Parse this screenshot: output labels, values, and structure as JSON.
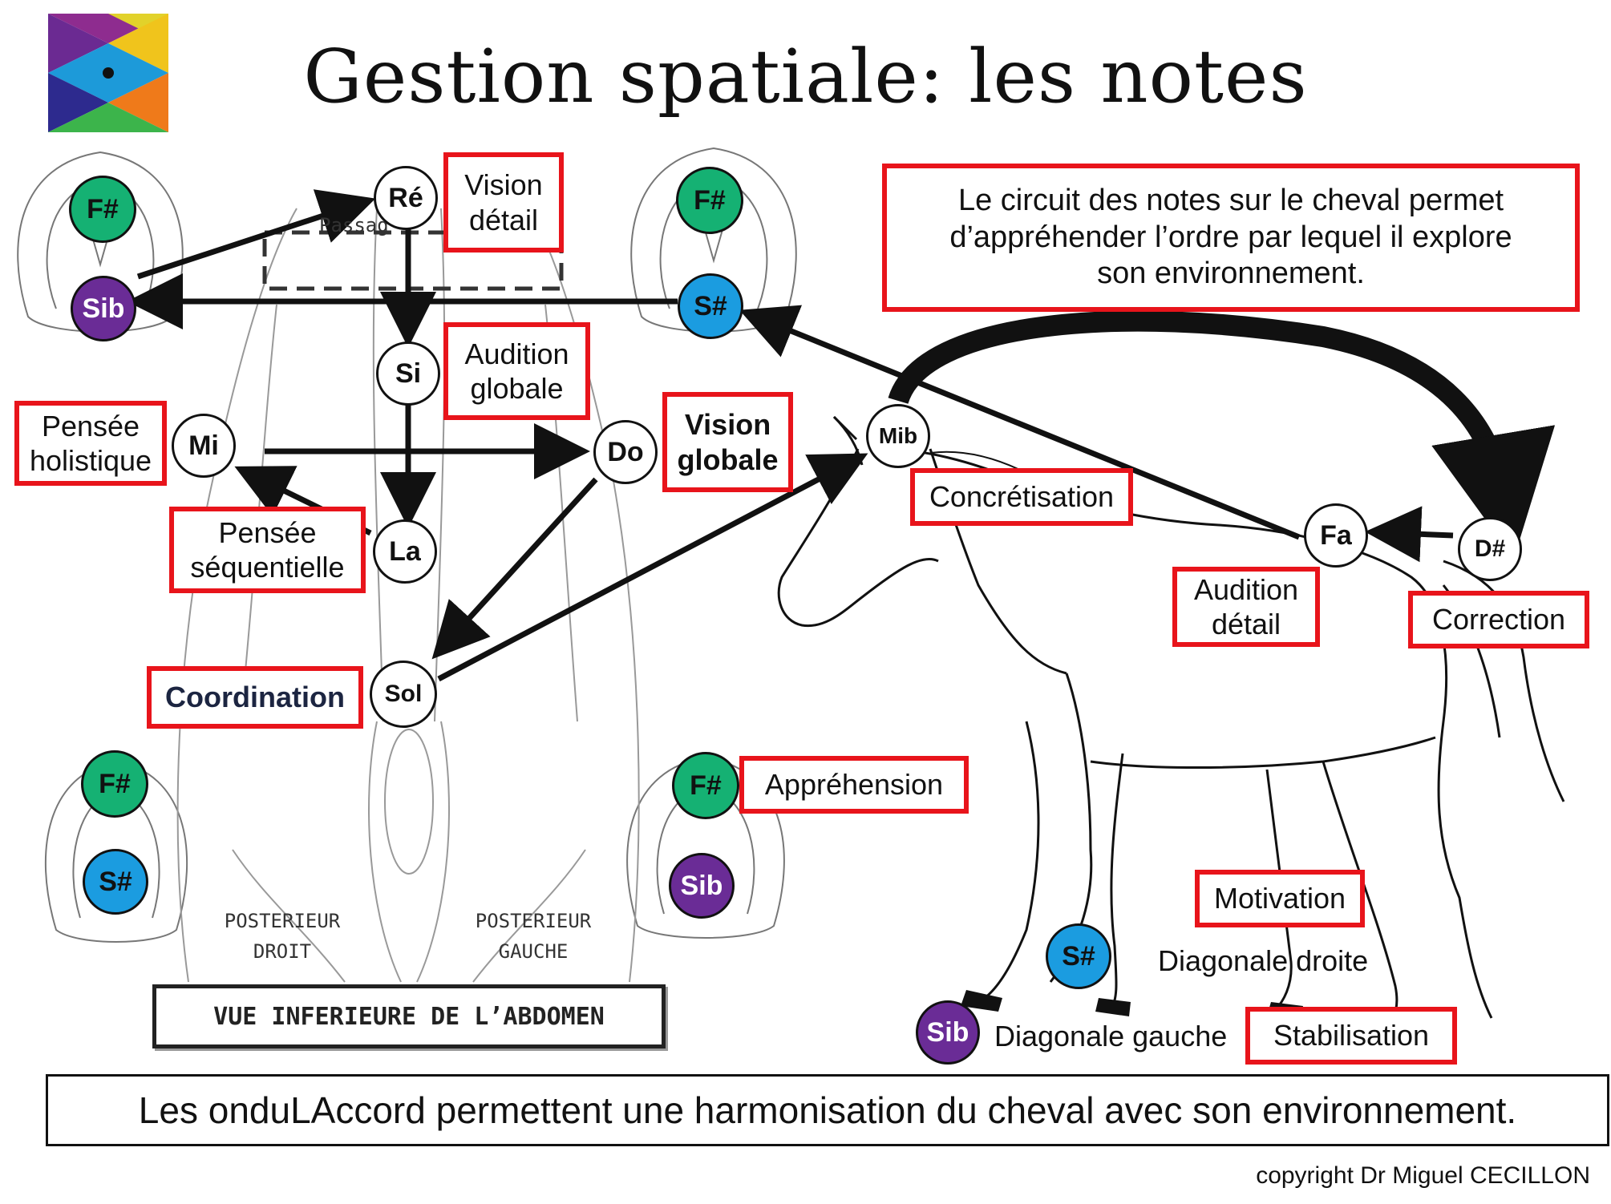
{
  "title": "Gestion spatiale: les notes",
  "intro": "Le circuit des notes sur le cheval permet\nd’appréhender l’ordre par lequel il explore\nson environnement.",
  "footer": "Les onduLAccord permettent une harmonisation du cheval avec son environnement.",
  "copyright": "copyright Dr Miguel CECILLON",
  "sketch": {
    "passage": "Passag",
    "posterieur_droit": "POSTERIEUR\nDROIT",
    "posterieur_gauche": "POSTERIEUR\nGAUCHE",
    "vue": "VUE INFERIEURE DE L’ABDOMEN"
  },
  "notes": {
    "re": "Ré",
    "si": "Si",
    "mi": "Mi",
    "do": "Do",
    "la": "La",
    "sol": "Sol",
    "mib": "Mib",
    "fa": "Fa",
    "dsharp": "D#",
    "hoof_tl_top": "F#",
    "hoof_tl_bottom": "Sib",
    "hoof_tr_top": "F#",
    "hoof_tr_bottom": "S#",
    "hoof_bl_top": "F#",
    "hoof_bl_bottom": "S#",
    "hoof_br_top": "F#",
    "hoof_br_bottom": "Sib",
    "leg_s": "S#",
    "leg_sib": "Sib"
  },
  "labels": {
    "vision_detail": "Vision\ndétail",
    "audition_globale": "Audition\nglobale",
    "pensee_holistique": "Pensée\nholistique",
    "vision_globale": "Vision\nglobale",
    "pensee_sequentielle": "Pensée\nséquentielle",
    "coordination": "Coordination",
    "concretisation": "Concrétisation",
    "audition_detail": "Audition\ndétail",
    "correction": "Correction",
    "apprehension": "Appréhension",
    "motivation": "Motivation",
    "stabilisation": "Stabilisation",
    "diagonale_droite": "Diagonale droite",
    "diagonale_gauche": "Diagonale gauche"
  },
  "colors": {
    "red_frame": "#e8141b",
    "green_note": "#15b173",
    "purple_note": "#6a2c96",
    "blue_note": "#1b9ce0",
    "arrow": "#111111"
  }
}
